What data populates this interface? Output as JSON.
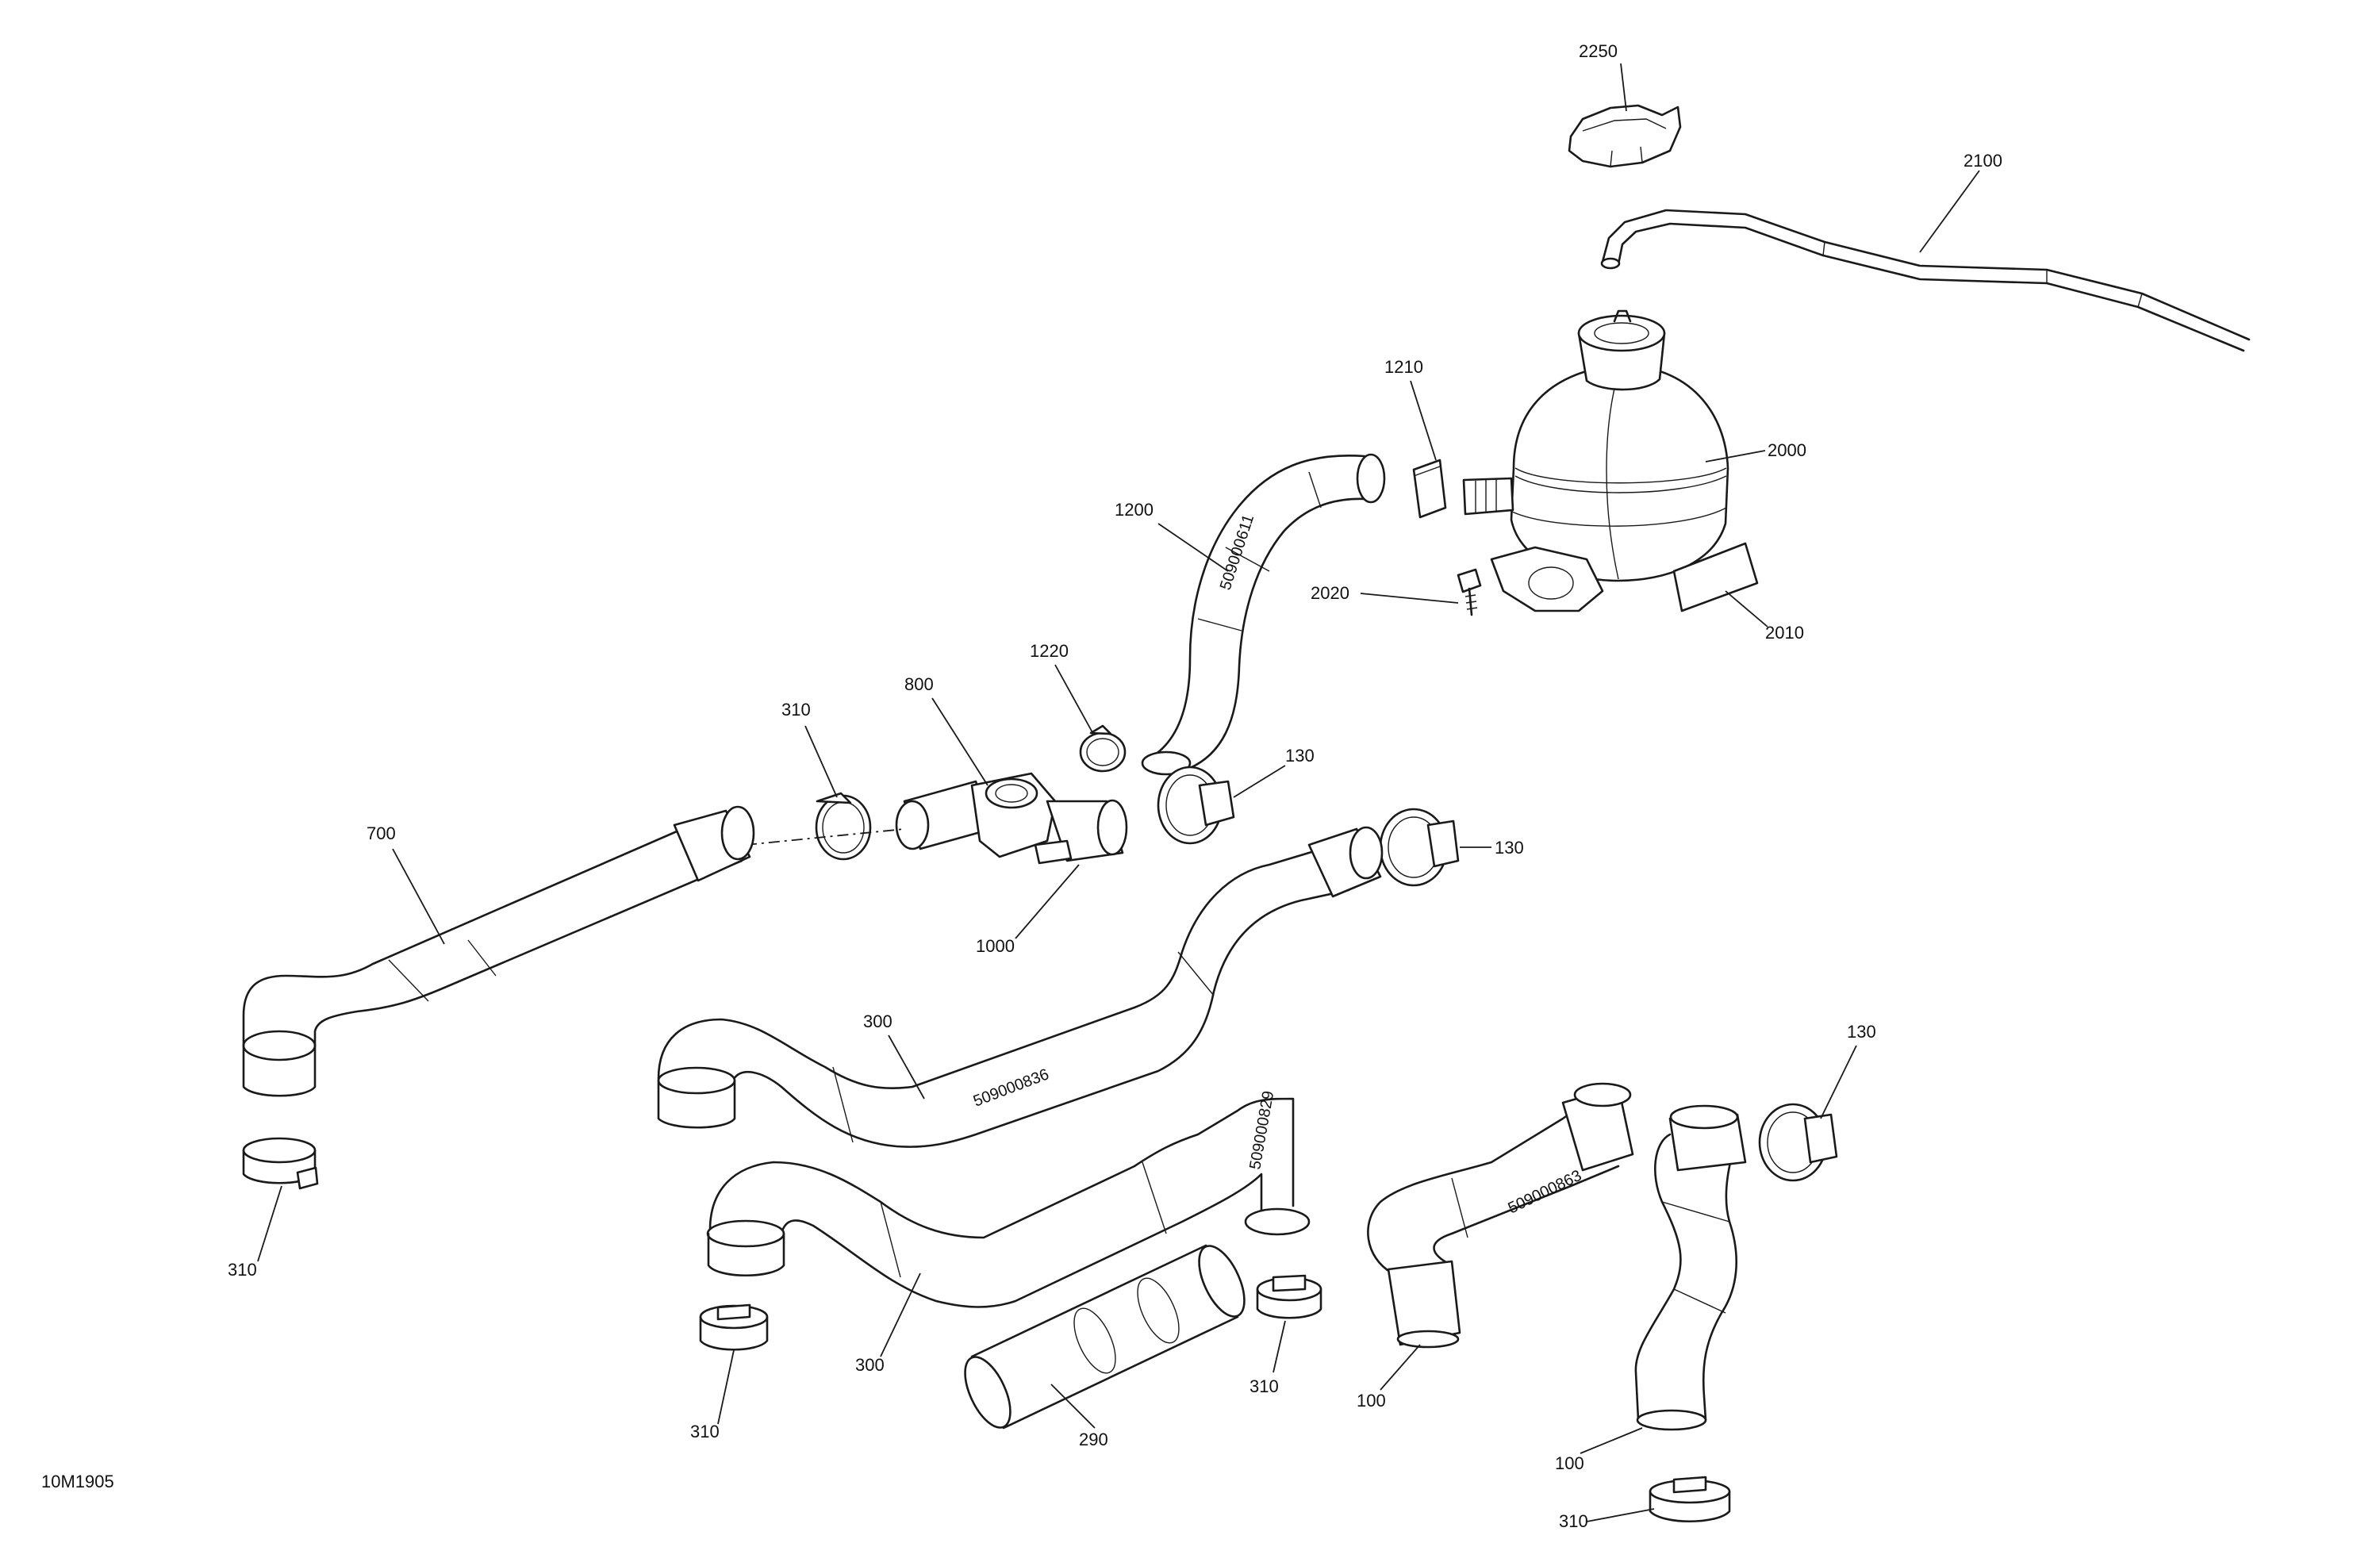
{
  "figure_code": "10M1905",
  "callouts": {
    "c2250": "2250",
    "c2100": "2100",
    "c1210": "1210",
    "c2000": "2000",
    "c1200": "1200",
    "c2020": "2020",
    "c2010": "2010",
    "c1220": "1220",
    "c800": "800",
    "c310_top": "310",
    "c130_a": "130",
    "c130_b": "130",
    "c700": "700",
    "c1000": "1000",
    "c300_top": "300",
    "c300_bottom": "300",
    "c130_c": "130",
    "c310_left": "310",
    "c310_mid": "310",
    "c290": "290",
    "c310_center": "310",
    "c100_a": "100",
    "c100_b": "100",
    "c310_bottom": "310"
  },
  "hose_markings": {
    "m1200": "509000611",
    "m300_top": "509000836",
    "m300_bottom": "509000829",
    "m100": "509000863"
  }
}
